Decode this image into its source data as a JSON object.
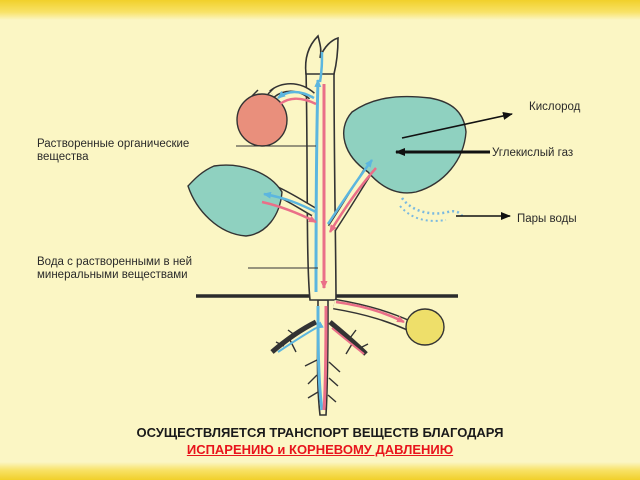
{
  "labels": {
    "organic_line1": "Растворенные органические",
    "organic_line2": "вещества",
    "water_line1": "Вода с растворенными в ней",
    "water_line2": "минеральными веществами",
    "oxygen": "Кислород",
    "co2": "Углекислый газ",
    "vapor": "Пары воды"
  },
  "caption": {
    "line1": "ОСУЩЕСТВЛЯЕТСЯ ТРАНСПОРТ ВЕЩЕСТВ БЛАГОДАРЯ",
    "line2": "ИСПАРЕНИЮ и КОРНЕВОМУ ДАВЛЕНИЮ"
  },
  "colors": {
    "background": "#fbf6c4",
    "band": "#f1d02a",
    "leaf": "#8fd1c0",
    "fruit": "#e98f7c",
    "tuber": "#eedf6a",
    "water_flow": "#5cb6df",
    "organic_flow": "#ea6f88",
    "caption_accent": "#e8141c"
  }
}
